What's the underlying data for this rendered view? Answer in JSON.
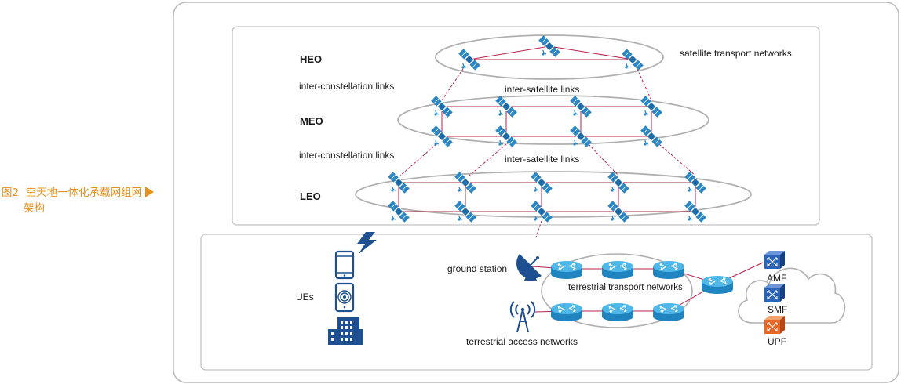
{
  "caption": {
    "figure_number": "图2",
    "title_line1": "空天地一体化承载网组网",
    "title_line2": "架构"
  },
  "orbits": {
    "heo": "HEO",
    "meo": "MEO",
    "leo": "LEO"
  },
  "links": {
    "satellite_transport_networks": "satellite transport networks",
    "inter_constellation_links_1": "inter-constellation links",
    "inter_constellation_links_2": "inter-constellation links",
    "inter_satellite_links_1": "inter-satellite links",
    "inter_satellite_links_2": "inter-satellite links"
  },
  "ground": {
    "ues": "UEs",
    "ground_station": "ground station",
    "terrestrial_transport_networks": "terrestrial transport networks",
    "terrestrial_access_networks": "terrestrial access networks"
  },
  "core": {
    "amf": "AMF",
    "smf": "SMF",
    "upf": "UPF"
  },
  "colors": {
    "satellite_blue": "#2a86c5",
    "icon_navy": "#1d4f91",
    "link_red": "#b8204a",
    "router_cyan": "#3aa6dc",
    "upf_orange": "#e8682a",
    "caption_orange": "#e8901c"
  }
}
